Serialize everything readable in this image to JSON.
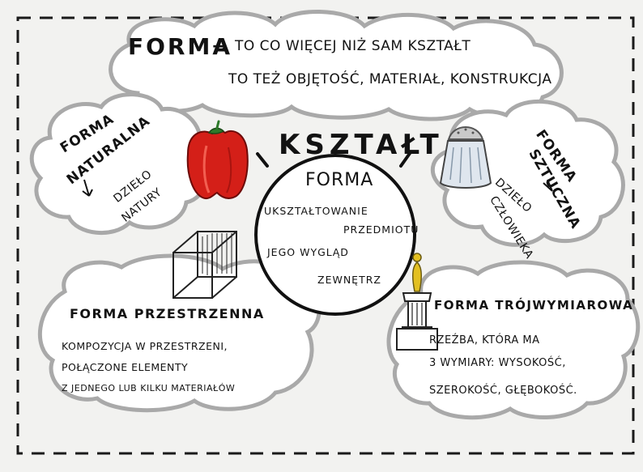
{
  "top_cloud": {
    "forma": "FORMA",
    "arrow": "→",
    "line1": "TO CO WIĘCEJ NIŻ SAM KSZTAŁT",
    "line2": "TO TEŻ OBJĘTOŚĆ, MATERIAŁ, KONSTRUKCJA"
  },
  "center": {
    "title": "KSZTAŁT",
    "forma": "FORMA",
    "line1": "UKSZTAŁTOWANIE",
    "line2": "PRZEDMIOTU",
    "line3": "JEGO WYGLĄD",
    "line4": "ZEWNĘTRZ"
  },
  "left_cloud": {
    "line1": "FORMA",
    "line2": "NATURALNA",
    "arrow": "↓",
    "line3": "DZIEŁO",
    "line4": "NATURY"
  },
  "right_cloud": {
    "line1": "FORMA",
    "line2": "SZTUCZNA",
    "arrow": "↓",
    "line3": "DZIEŁO",
    "line4": "CZŁOWIEKA"
  },
  "bottom_left": {
    "heading": "FORMA PRZESTRZENNA",
    "line1": "KOMPOZYCJA W PRZESTRZENI,",
    "line2": "POŁĄCZONE ELEMENTY",
    "line3": "Z JEDNEGO LUB KILKU MATERIAŁÓW"
  },
  "bottom_right": {
    "heading": "FORMA TRÓJWYMIAROWA",
    "line1": "RZEŹBA, KTÓRA MA",
    "line2": "3 WYMIARY: WYSOKOŚĆ,",
    "line3": "SZEROKOŚĆ, GŁĘBOKOŚĆ."
  },
  "colors": {
    "cloud_shadow": "#a9a9a9",
    "ink": "#121212",
    "pepper": "#d41f18",
    "pepper_stem": "#2d7a2a",
    "statue_gold": "#e3c021",
    "shaker_glass": "#dfe6ee"
  },
  "icons": [
    "bell-pepper-icon",
    "salt-shaker-icon",
    "wire-cube-icon",
    "statue-on-pedestal-icon"
  ]
}
